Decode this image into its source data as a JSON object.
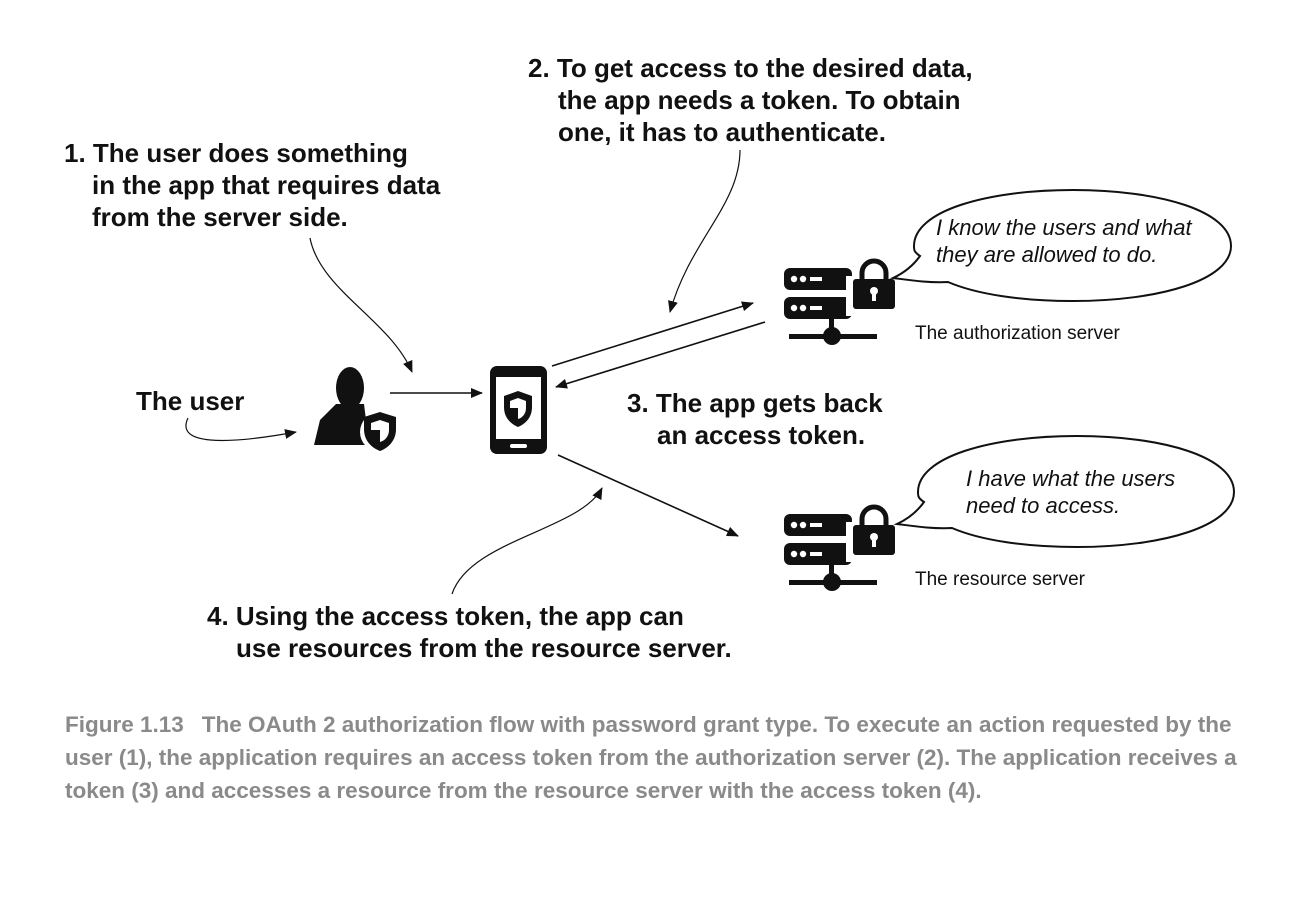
{
  "step1": {
    "lines": [
      "1. The user does something",
      "in the app that requires data",
      "from the server side."
    ]
  },
  "step2": {
    "lines": [
      "2. To get access to the desired data,",
      "the app needs a token. To obtain",
      "one, it has to authenticate."
    ]
  },
  "step3": {
    "lines": [
      "3. The app gets back",
      "an access token."
    ]
  },
  "step4": {
    "lines": [
      "4. Using the access token, the app can",
      "use resources from the resource server."
    ]
  },
  "user": {
    "label": "The user",
    "icon": "user-shield-icon"
  },
  "app": {
    "icon": "smartphone-shield-icon"
  },
  "auth_server": {
    "label": "The authorization server",
    "icon": "server-lock-icon",
    "bubble_lines": [
      "I know the users and what",
      "they are allowed to do."
    ]
  },
  "resource_server": {
    "label": "The resource server",
    "icon": "server-lock-icon",
    "bubble_lines": [
      "I have what the users",
      "need to access."
    ]
  },
  "caption": {
    "figure_number": "Figure 1.13",
    "text": "The OAuth 2 authorization flow with password grant type. To execute an action requested by the user (1), the application requires an access token from the authorization server (2). The application receives a token (3) and accesses a resource from the resource server with the access token (4)."
  },
  "colors": {
    "ink": "#111111",
    "caption": "#8a8a8a"
  }
}
